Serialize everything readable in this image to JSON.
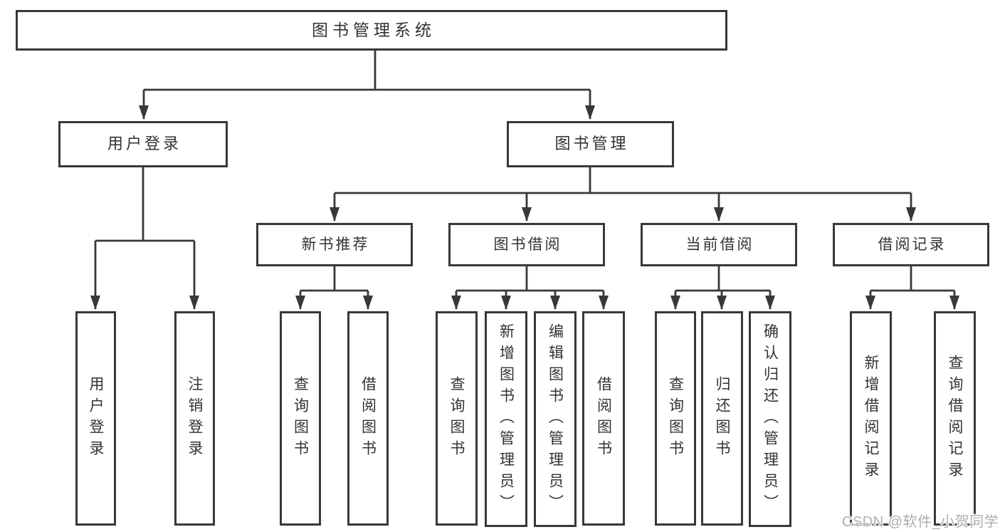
{
  "meta": {
    "title": "图书管理系统功能结构图",
    "colors": {
      "background": "#ffffff",
      "line": "#383838",
      "box_border": "#383838",
      "text": "#333333",
      "watermark_text": "#aeaeae"
    }
  },
  "watermark": {
    "text": "CSDN @软件_小贺同学"
  },
  "nodes": {
    "root": {
      "label": "图书管理系统"
    },
    "level2": {
      "user_login": {
        "label": "用户登录"
      },
      "book_mgmt": {
        "label": "图书管理"
      }
    },
    "level3": {
      "new_book_rec": {
        "label": "新书推荐"
      },
      "book_borrow": {
        "label": "图书借阅"
      },
      "current_borrow": {
        "label": "当前借阅"
      },
      "borrow_record": {
        "label": "借阅记录"
      }
    },
    "leaves": {
      "user_login": {
        "label": "用户登录"
      },
      "logout": {
        "label": "注销登录"
      },
      "query_book_rec": {
        "label": "查询图书"
      },
      "borrow_book_rec": {
        "label": "借阅图书"
      },
      "query_book_borrow": {
        "label": "查询图书"
      },
      "add_book_admin": {
        "label": "新增图书（管理员）"
      },
      "edit_book_admin": {
        "label": "编辑图书（管理员）"
      },
      "borrow_book": {
        "label": "借阅图书"
      },
      "query_book_current": {
        "label": "查询图书"
      },
      "return_book": {
        "label": "归还图书"
      },
      "confirm_return_admin": {
        "label": "确认归还（管理员）"
      },
      "add_borrow_record": {
        "label": "新增借阅记录"
      },
      "query_borrow_record": {
        "label": "查询借阅记录"
      }
    }
  }
}
